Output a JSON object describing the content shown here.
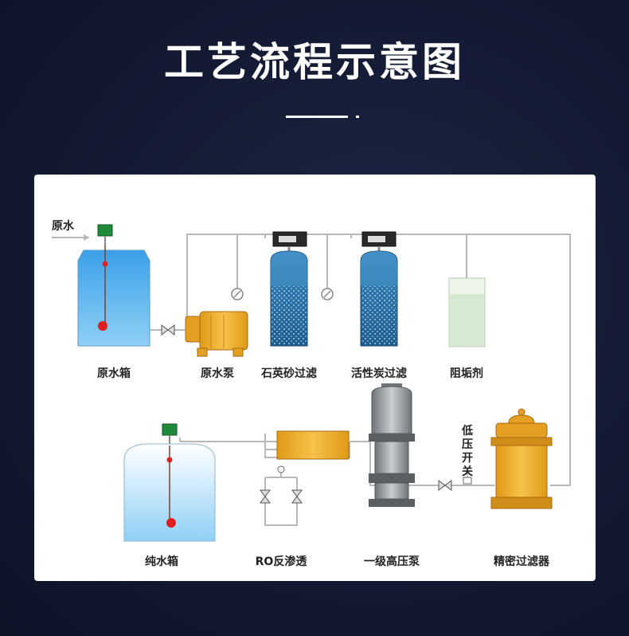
{
  "header": {
    "title": "工艺流程示意图"
  },
  "diagram": {
    "inlet_label": "原水",
    "components": [
      {
        "id": "raw-water-tank",
        "label": "原水箱"
      },
      {
        "id": "raw-water-pump",
        "label": "原水泵"
      },
      {
        "id": "quartz-sand-filter",
        "label": "石英砂过滤"
      },
      {
        "id": "activated-carbon-filter",
        "label": "活性炭过滤"
      },
      {
        "id": "antiscalant",
        "label": "阻垢剂"
      },
      {
        "id": "pure-water-tank",
        "label": "纯水箱"
      },
      {
        "id": "ro-membrane",
        "label": "RO反渗透"
      },
      {
        "id": "high-pressure-pump",
        "label": "一级高压泵"
      },
      {
        "id": "precision-filter",
        "label": "精密过滤器"
      }
    ],
    "low_pressure_switch_label": [
      "低",
      "压",
      "开",
      "关"
    ]
  },
  "colors": {
    "tank_blue_top": "#3aa0e8",
    "tank_blue_bottom": "#8fd0f6",
    "pump_orange": "#f0b030",
    "filter_media": "#2a6fa0",
    "pipe": "#b8b8b8"
  }
}
